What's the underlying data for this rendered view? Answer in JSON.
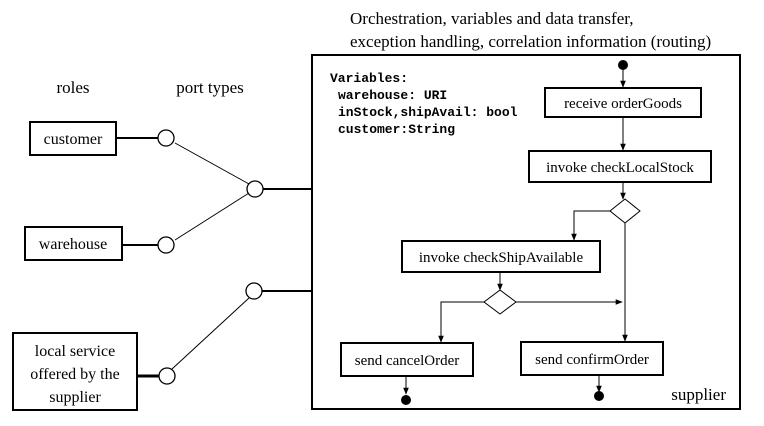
{
  "header": {
    "line1": "Orchestration, variables and data transfer,",
    "line2": "exception handling, correlation information (routing)"
  },
  "column_labels": {
    "roles": "roles",
    "port_types": "port types"
  },
  "roles": {
    "customer": "customer",
    "warehouse": "warehouse",
    "local_service": [
      "local service",
      "offered by the",
      "supplier"
    ]
  },
  "variables": {
    "title": "Variables:",
    "lines": [
      "warehouse: URI",
      "inStock,shipAvail: bool",
      "customer:String"
    ]
  },
  "activities": {
    "receive": "receive orderGoods",
    "check_stock": "invoke checkLocalStock",
    "check_ship": "invoke checkShipAvailable",
    "cancel": "send cancelOrder",
    "confirm": "send confirmOrder"
  },
  "process_label": "supplier"
}
